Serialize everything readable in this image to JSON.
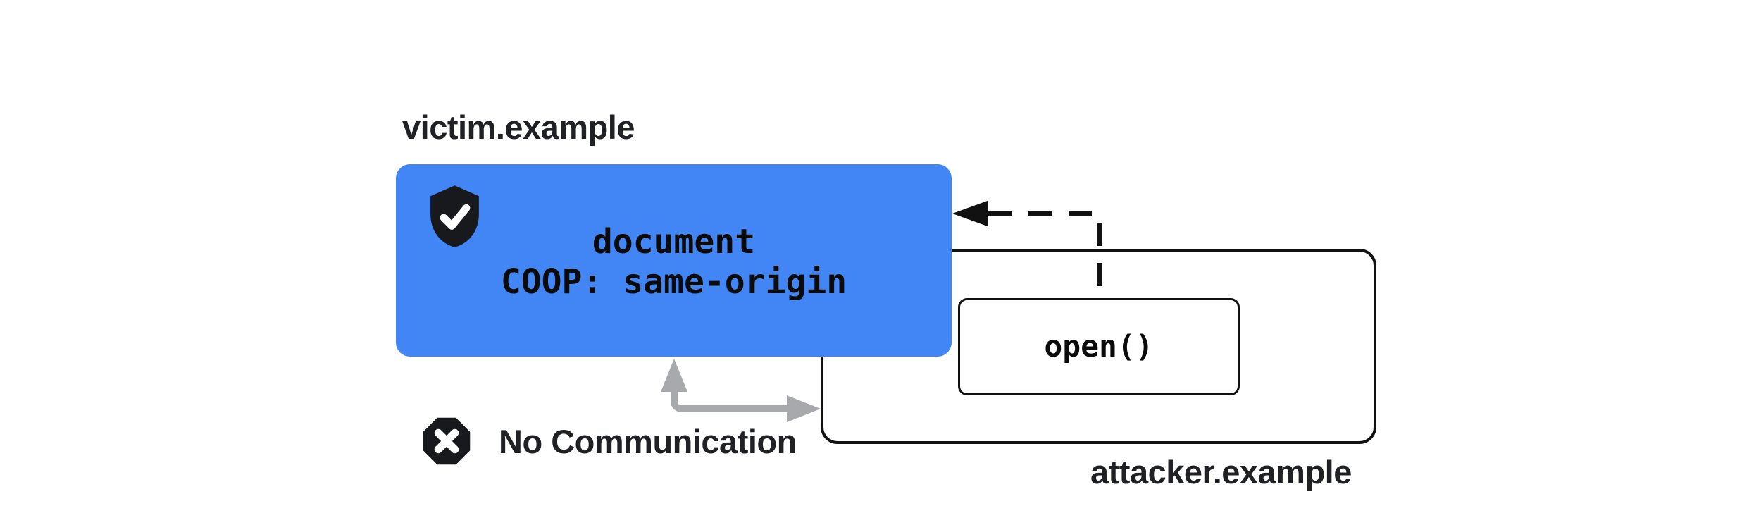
{
  "victim": {
    "domain_label": "victim.example",
    "box": {
      "line1": "document",
      "line2": "COOP: same-origin"
    },
    "icon": "shield-check-icon"
  },
  "attacker": {
    "domain_label": "attacker.example",
    "open_call": "open()"
  },
  "communication": {
    "status_label": "No Communication",
    "icon": "x-octagon-icon"
  },
  "colors": {
    "victim_box_fill": "#4285f4",
    "icon_fill": "#17191c",
    "line_black": "#111111",
    "gray_arrow": "#a7a9ac",
    "label_text": "#202124",
    "code_text": "#0b0b0b",
    "background": "#ffffff"
  }
}
